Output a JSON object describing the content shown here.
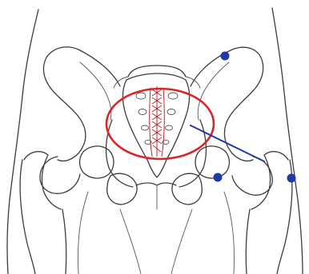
{
  "figure": {
    "subject": "pelvis-anterior-view",
    "colors": {
      "background": "#ffffff",
      "outline": "#3c3c3c",
      "highlight_ellipse": "#d9262b",
      "sacrum_hatching": "#c0282d",
      "marker": "#1f3aa6",
      "pointer_line": "#1f3aa6"
    },
    "annotations": {
      "highlight_region": "sacrum-ellipse",
      "markers": [
        "left-iliac-crest-marker",
        "right-hip-marker-inner",
        "right-hip-marker-outer"
      ],
      "pointer": "sacroiliac-pointer-line"
    }
  }
}
